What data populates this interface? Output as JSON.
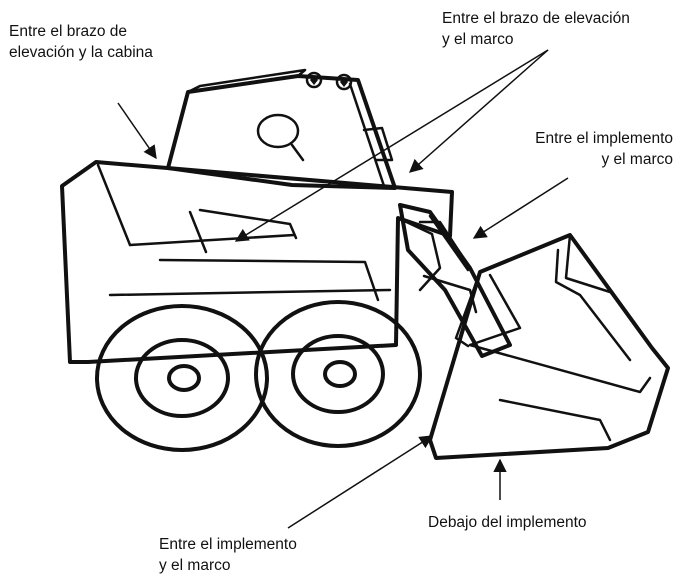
{
  "labels": {
    "lift_arm_cab": [
      "Entre el brazo de",
      "elevación y la cabina"
    ],
    "lift_arm_frame": [
      "Entre el brazo de elevación",
      "y el marco"
    ],
    "implement_frame_right": [
      "Entre el implemento",
      "y el marco"
    ],
    "under_implement": [
      "Debajo del implemento"
    ],
    "implement_frame_bottom": [
      "Entre el implemento",
      "y el marco"
    ]
  }
}
